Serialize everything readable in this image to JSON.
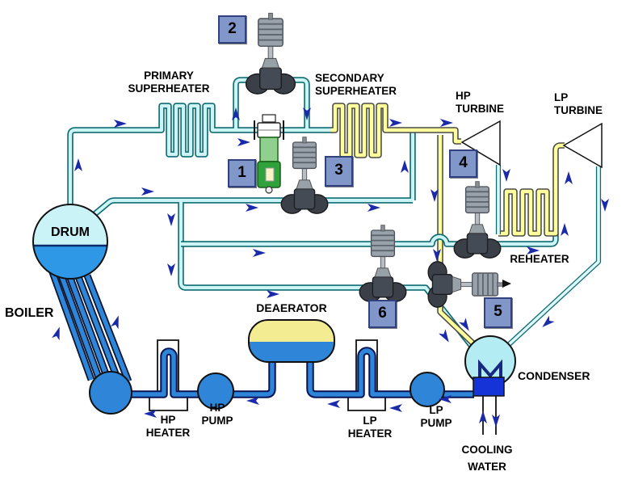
{
  "labels": {
    "primary_superheater": [
      "PRIMARY",
      "SUPERHEATER"
    ],
    "secondary_superheater": [
      "SECONDARY",
      "SUPERHEATER"
    ],
    "hp_turbine": [
      "HP",
      "TURBINE"
    ],
    "lp_turbine": [
      "LP",
      "TURBINE"
    ],
    "reheater": "REHEATER",
    "drum": "DRUM",
    "boiler": "BOILER",
    "deaerator": "DEAERATOR",
    "condenser": "CONDENSER",
    "hp_heater": [
      "HP",
      "HEATER"
    ],
    "hp_pump": [
      "HP",
      "PUMP"
    ],
    "lp_heater": [
      "LP",
      "HEATER"
    ],
    "lp_pump": [
      "LP",
      "PUMP"
    ],
    "cooling_water": [
      "COOLING",
      "WATER"
    ]
  },
  "valves": [
    {
      "tag": "1"
    },
    {
      "tag": "2"
    },
    {
      "tag": "3"
    },
    {
      "tag": "4"
    },
    {
      "tag": "5"
    },
    {
      "tag": "6"
    }
  ],
  "colors": {
    "steam_pipe_fill": "#cdf4f5",
    "steam_pipe_stroke": "#0e6b72",
    "hot_steam_fill": "#ffff9e",
    "hot_steam_stroke": "#4a4a42",
    "water_pipe": "#2f86d9",
    "water_pipe_outline": "#081455",
    "vessel_blue": "#2f86d9",
    "drum_top": "#c9f3f6",
    "drum_bottom": "#2e97e6",
    "deaerator_yellow": "#f3ec93",
    "condenser_fill": "#b4ecf4",
    "hotwell_fill": "#1533d6",
    "valve_body": "#3b4048",
    "valve_actuator": "#99a1aa",
    "green_valve": "#2fa23c",
    "arrow": "#1a2aa8",
    "tag_fill": "#8197ca",
    "tag_border": "#31417e"
  }
}
